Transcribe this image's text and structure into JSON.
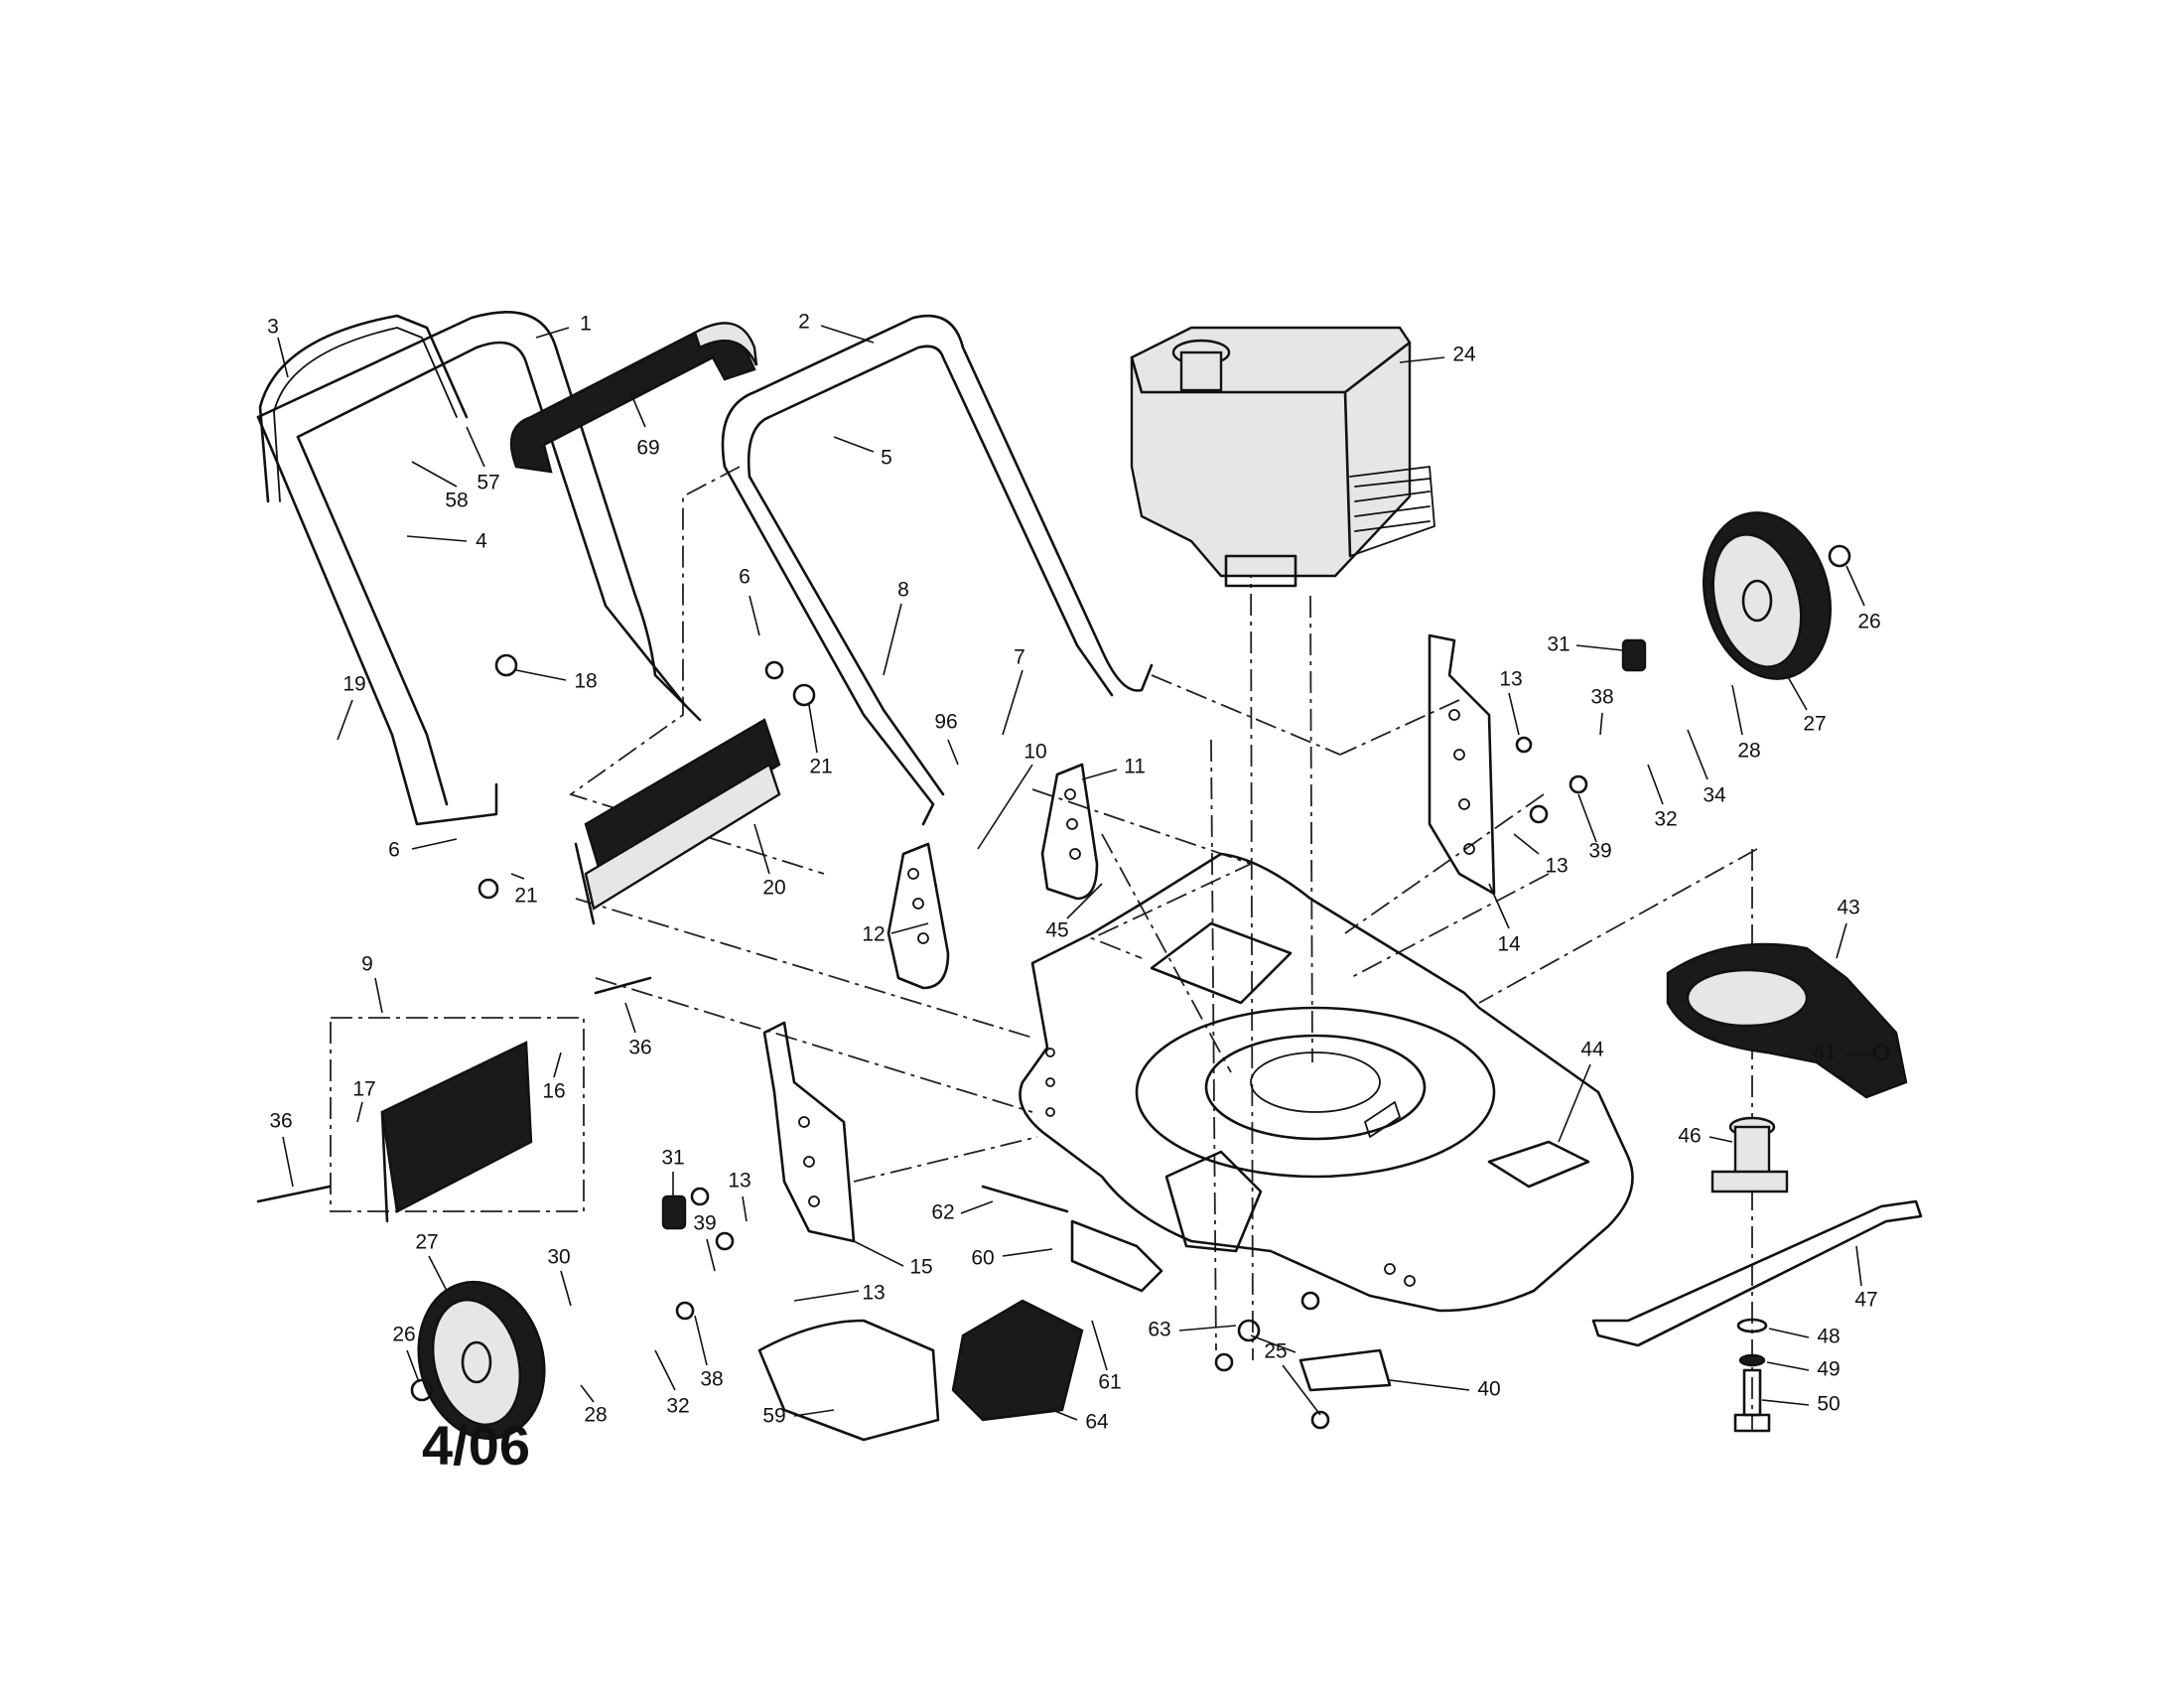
{
  "labels": [
    "1",
    "2",
    "3",
    "4",
    "5",
    "6",
    "6",
    "7",
    "8",
    "9",
    "10",
    "11",
    "12",
    "13",
    "13",
    "13",
    "13",
    "14",
    "15",
    "16",
    "17",
    "18",
    "19",
    "20",
    "21",
    "21",
    "24",
    "25",
    "26",
    "26",
    "27",
    "27",
    "28",
    "28",
    "30",
    "31",
    "31",
    "32",
    "32",
    "34",
    "36",
    "36",
    "38",
    "38",
    "39",
    "39",
    "40",
    "41",
    "43",
    "44",
    "45",
    "46",
    "47",
    "48",
    "49",
    "50",
    "57",
    "58",
    "59",
    "60",
    "61",
    "62",
    "63",
    "64",
    "69",
    "96"
  ],
  "footer": {
    "date_code": "4/06"
  }
}
